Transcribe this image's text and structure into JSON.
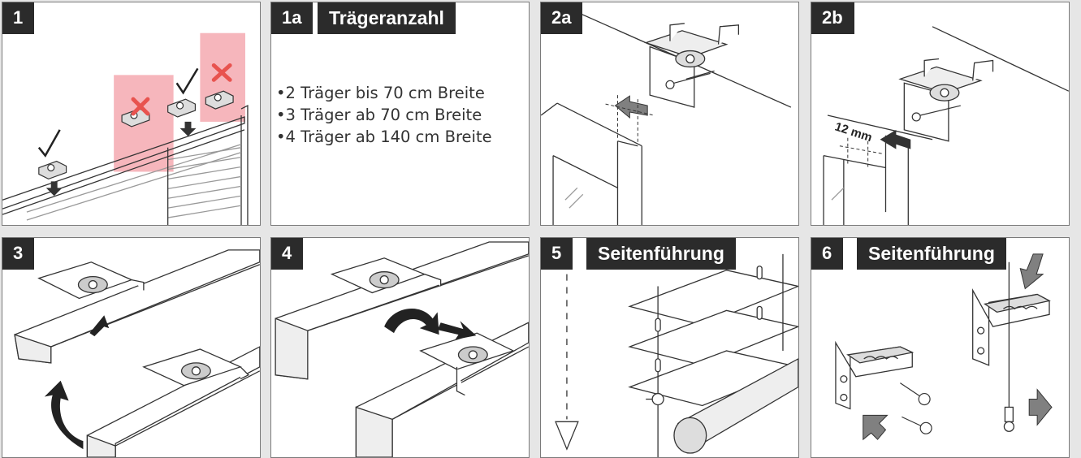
{
  "panels": [
    {
      "step": "1"
    },
    {
      "step": "1a",
      "heading": "Trägeranzahl",
      "bullets": [
        "2 Träger bis 70 cm Breite",
        "3 Träger ab 70 cm Breite",
        "4 Träger ab 140 cm Breite"
      ]
    },
    {
      "step": "2a"
    },
    {
      "step": "2b",
      "measure": "12 mm"
    },
    {
      "step": "3"
    },
    {
      "step": "4"
    },
    {
      "step": "5",
      "heading": "Seitenführung"
    },
    {
      "step": "6",
      "heading": "Seitenführung"
    }
  ],
  "colors": {
    "badge": "#2b2b2b",
    "forbidden": "#f4a9b0",
    "cross": "#e8534f",
    "arrow": "#808080"
  },
  "icons": [
    "check-icon",
    "cross-icon",
    "arrow-icon",
    "rotate-arrow-icon",
    "plumb-bob-icon",
    "screw-icon"
  ]
}
